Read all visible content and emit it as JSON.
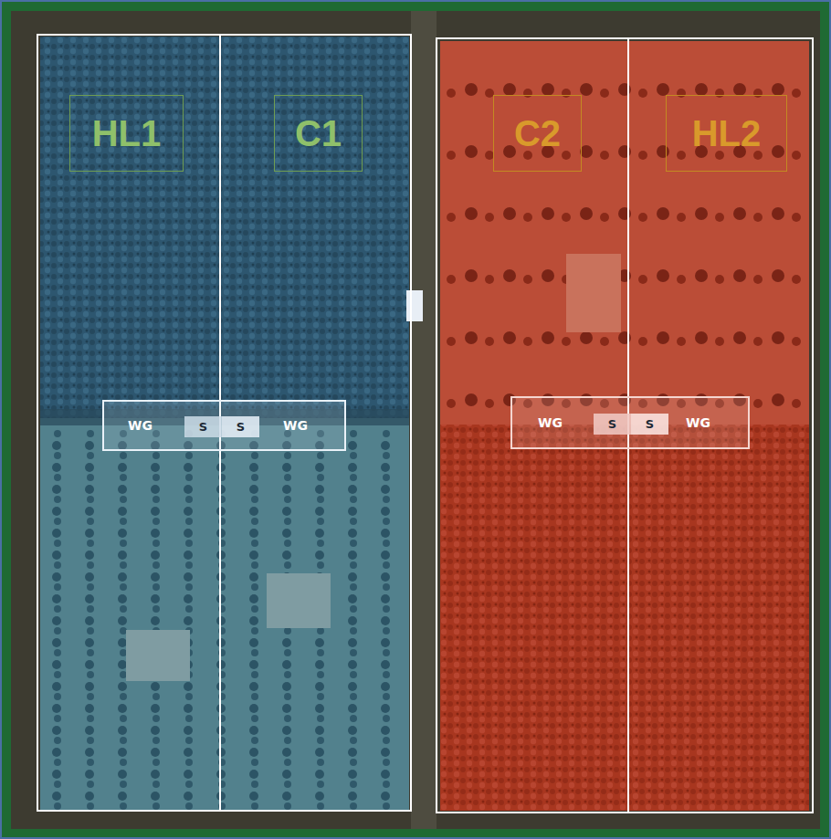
{
  "diagram": {
    "nodes": [
      {
        "text": [
          "HL1"
        ]
      },
      {
        "text": [
          "C1"
        ]
      },
      {
        "text": [
          "C2"
        ]
      },
      {
        "text": [
          "HL2"
        ]
      },
      {
        "text": [
          "WG",
          "WG"
        ]
      },
      {
        "text": [
          "S"
        ],
        "in": 4
      },
      {
        "text": [
          "S"
        ],
        "in": 4
      },
      {
        "text": [
          "WG",
          "WG"
        ]
      },
      {
        "text": [
          "S"
        ],
        "in": 7
      },
      {
        "text": [
          "S"
        ],
        "in": 7
      }
    ]
  }
}
